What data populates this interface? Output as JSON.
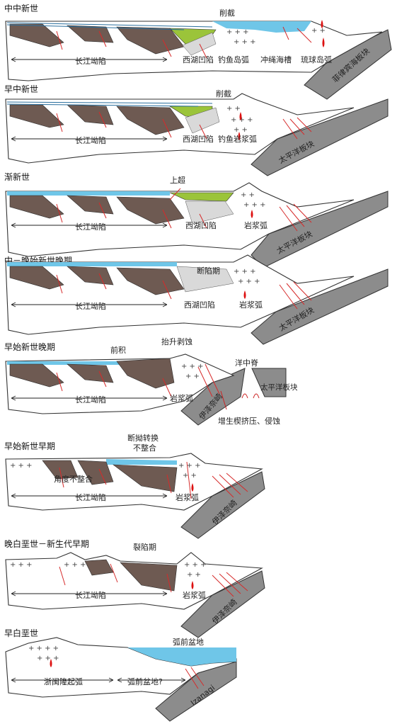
{
  "panels": [
    {
      "title": "中中新世",
      "annotations": [
        "削截"
      ],
      "labels": [
        "长江坳陷",
        "西湖凹陷",
        "钓鱼岛弧",
        "冲绳海槽",
        "琉球岛弧"
      ],
      "plate": "菲律宾海板块"
    },
    {
      "title": "早中新世",
      "annotations": [
        "削截"
      ],
      "labels": [
        "长江坳陷",
        "西湖凹陷",
        "钓鱼岩浆弧"
      ],
      "plate": "太平洋板块"
    },
    {
      "title": "渐新世",
      "annotations": [
        "上超"
      ],
      "labels": [
        "长江坳陷",
        "西湖凹陷",
        "岩浆弧"
      ],
      "plate": "太平洋板块"
    },
    {
      "title": "中－晚始新世晚期",
      "annotations": [
        "断陷期"
      ],
      "labels": [
        "长江坳陷",
        "西湖凹陷",
        "岩浆弧"
      ],
      "plate": "太平洋板块"
    },
    {
      "title": "早始新世晚期",
      "annotations": [
        "前积",
        "抬升剥蚀",
        "洋中脊",
        "增生楔挤压、侵蚀"
      ],
      "labels": [
        "长江坳陷",
        "岩浆弧"
      ],
      "plate": "伊泽奈崎",
      "plate2": "太平洋板块"
    },
    {
      "title": "早始新世早期",
      "annotations": [
        "断拗转换",
        "不整合",
        "角度不整合"
      ],
      "labels": [
        "长江坳陷",
        "岩浆弧"
      ],
      "plate": "伊泽奈崎"
    },
    {
      "title": "晚白垩世－新生代早期",
      "annotations": [
        "裂陷期"
      ],
      "labels": [
        "长江坳陷",
        "岩浆弧"
      ],
      "plate": "伊泽奈崎"
    },
    {
      "title": "早白垩世",
      "annotations": [
        "弧前盆地"
      ],
      "labels": [
        "浙闽隆起弧",
        "弧前盆地?"
      ],
      "plate": "Izanagi"
    }
  ]
}
